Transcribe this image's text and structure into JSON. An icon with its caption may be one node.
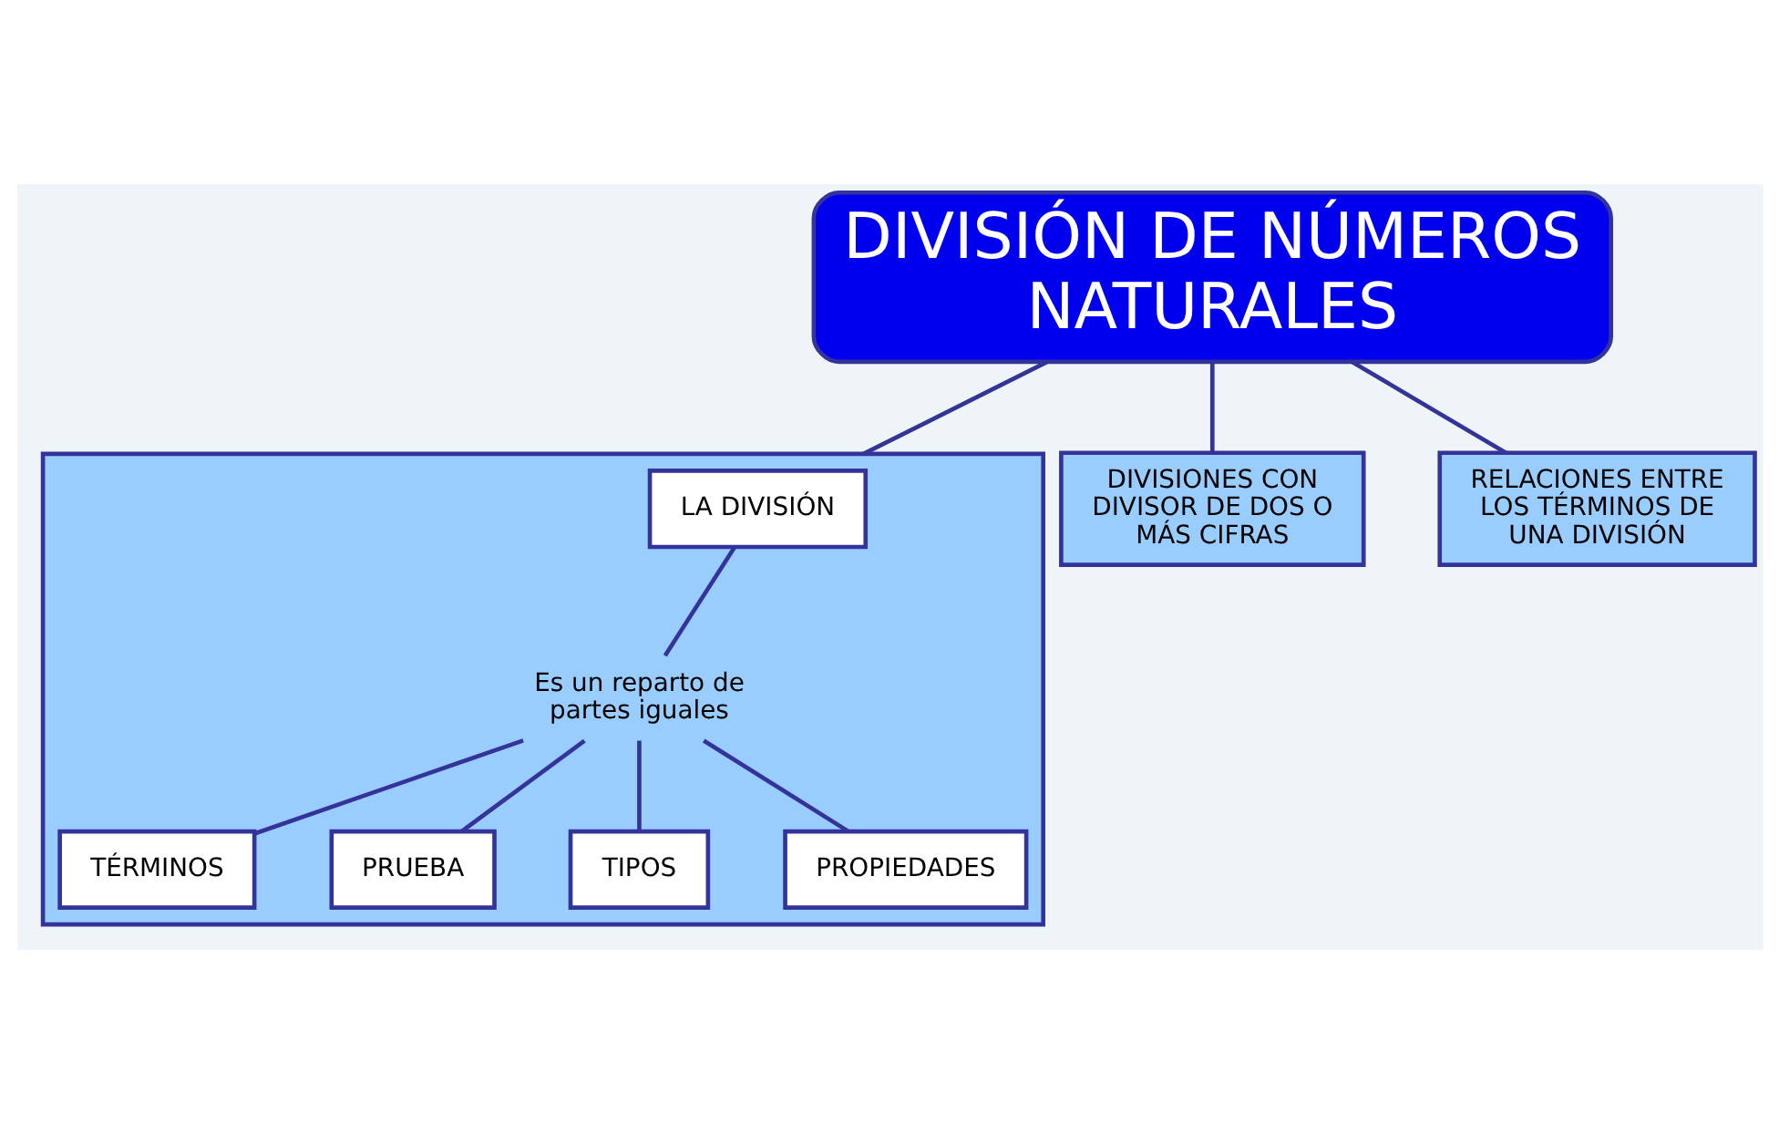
{
  "diagram": {
    "nodes": [
      {
        "text": [
          "DIVISIÓN DE NÚMEROS NATURALES"
        ]
      },
      {
        "text": [
          "DIVISIONES CON DIVISOR DE DOS O MÁS CIFRAS"
        ]
      },
      {
        "text": [
          "RELACIONES ENTRE LOS TÉRMINOS DE UNA DIVISIÓN"
        ]
      },
      {
        "text": [],
        "shape": "box"
      },
      {
        "text": [
          "LA DIVISIÓN"
        ],
        "in": 3
      },
      {
        "text": [
          "Es un reparto de partes iguales"
        ],
        "in": 3
      },
      {
        "text": [
          "TÉRMINOS"
        ],
        "in": 3
      },
      {
        "text": [
          "PRUEBA"
        ],
        "in": 3
      },
      {
        "text": [
          "TIPOS"
        ],
        "in": 3
      },
      {
        "text": [
          "PROPIEDADES"
        ],
        "in": 3
      }
    ],
    "edges": [
      {
        "from": 0,
        "to": 1,
        "arrow": "none"
      },
      {
        "from": 0,
        "to": 2,
        "arrow": "none"
      },
      {
        "from": 0,
        "to": 3,
        "arrow": "none"
      },
      {
        "from": 4,
        "to": 5,
        "arrow": "none"
      },
      {
        "from": 5,
        "to": 6,
        "arrow": "none"
      },
      {
        "from": 5,
        "to": 7,
        "arrow": "none"
      },
      {
        "from": 5,
        "to": 8,
        "arrow": "none"
      },
      {
        "from": 5,
        "to": 9,
        "arrow": "none"
      }
    ]
  }
}
